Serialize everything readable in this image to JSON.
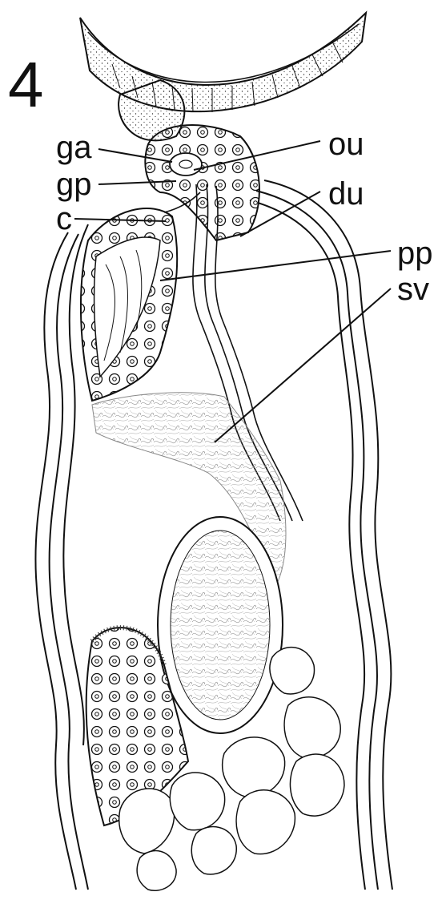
{
  "figure": {
    "panel_number": "4",
    "labels": {
      "ga": "ga",
      "gp": "gp",
      "c": "c",
      "ou": "ou",
      "du": "du",
      "pp": "pp",
      "sv": "sv"
    }
  },
  "colors": {
    "ink": "#111111",
    "stipple": "#333333",
    "sperm": "#9a9a9a",
    "background": "#ffffff"
  }
}
